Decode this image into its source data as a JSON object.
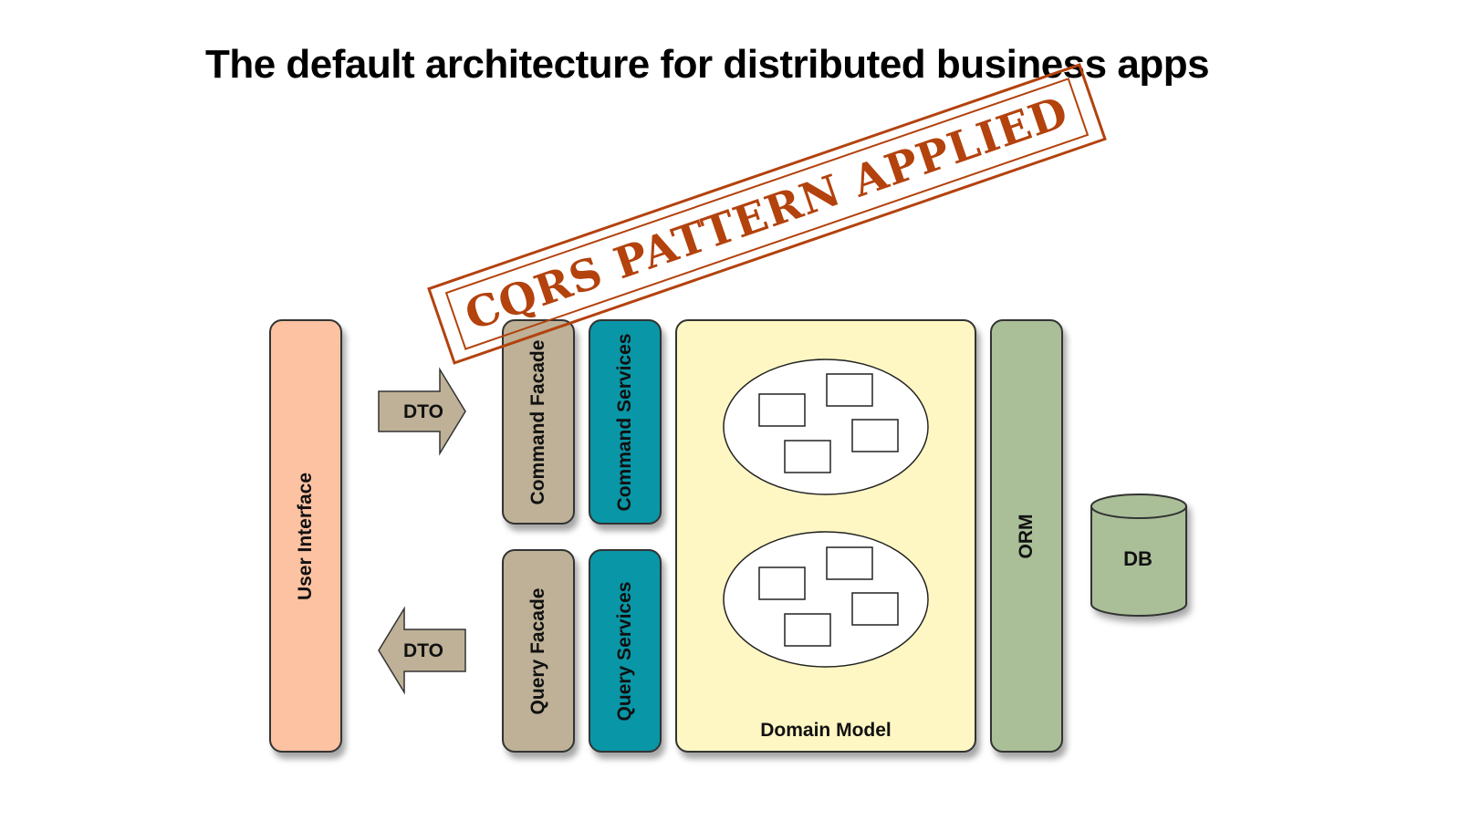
{
  "title": "The default architecture for distributed business apps",
  "stamp": "CQRS PATTERN APPLIED",
  "user_interface": "User Interface",
  "command_facade": "Command Facade",
  "command_services": "Command Services",
  "query_facade": "Query Facade",
  "query_services": "Query Services",
  "domain_model": "Domain Model",
  "orm": "ORM",
  "db": "DB",
  "dto_in": "DTO",
  "dto_out": "DTO",
  "colors": {
    "user_interface": "#fdc2a2",
    "facade": "#beb197",
    "services": "#0996a6",
    "domain_model": "#fef7c3",
    "orm_db": "#aabf98",
    "stamp": "#b3420d"
  }
}
